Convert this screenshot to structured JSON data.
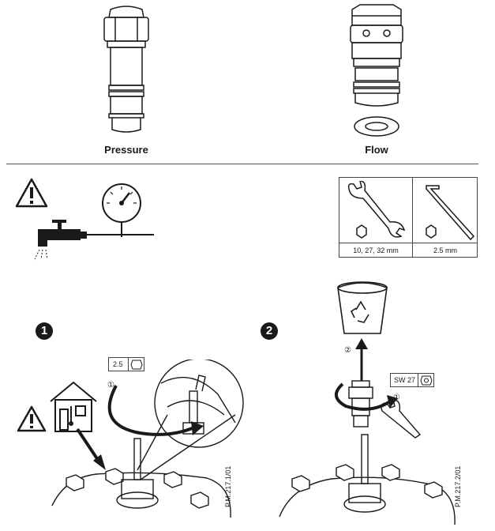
{
  "parts": {
    "pressure_label": "Pressure",
    "flow_label": "Flow"
  },
  "tools": {
    "wrench_sizes": "10, 27, 32 mm",
    "hex_key_size": "2.5 mm"
  },
  "step1": {
    "number": "1",
    "tool_tag": "2.5",
    "sub_step": "①",
    "ref_code": "P.M.217.1/01"
  },
  "step2": {
    "number": "2",
    "tool_tag": "SW 27",
    "sub_step_1": "①",
    "sub_step_2": "②",
    "ref_code": "P.M.217.2/01"
  },
  "icons": [
    "warning-icon",
    "pressure-gauge-icon",
    "water-tap-icon",
    "open-end-wrench-icon",
    "hex-key-icon",
    "recycle-bin-icon",
    "house-thermometer-icon"
  ]
}
